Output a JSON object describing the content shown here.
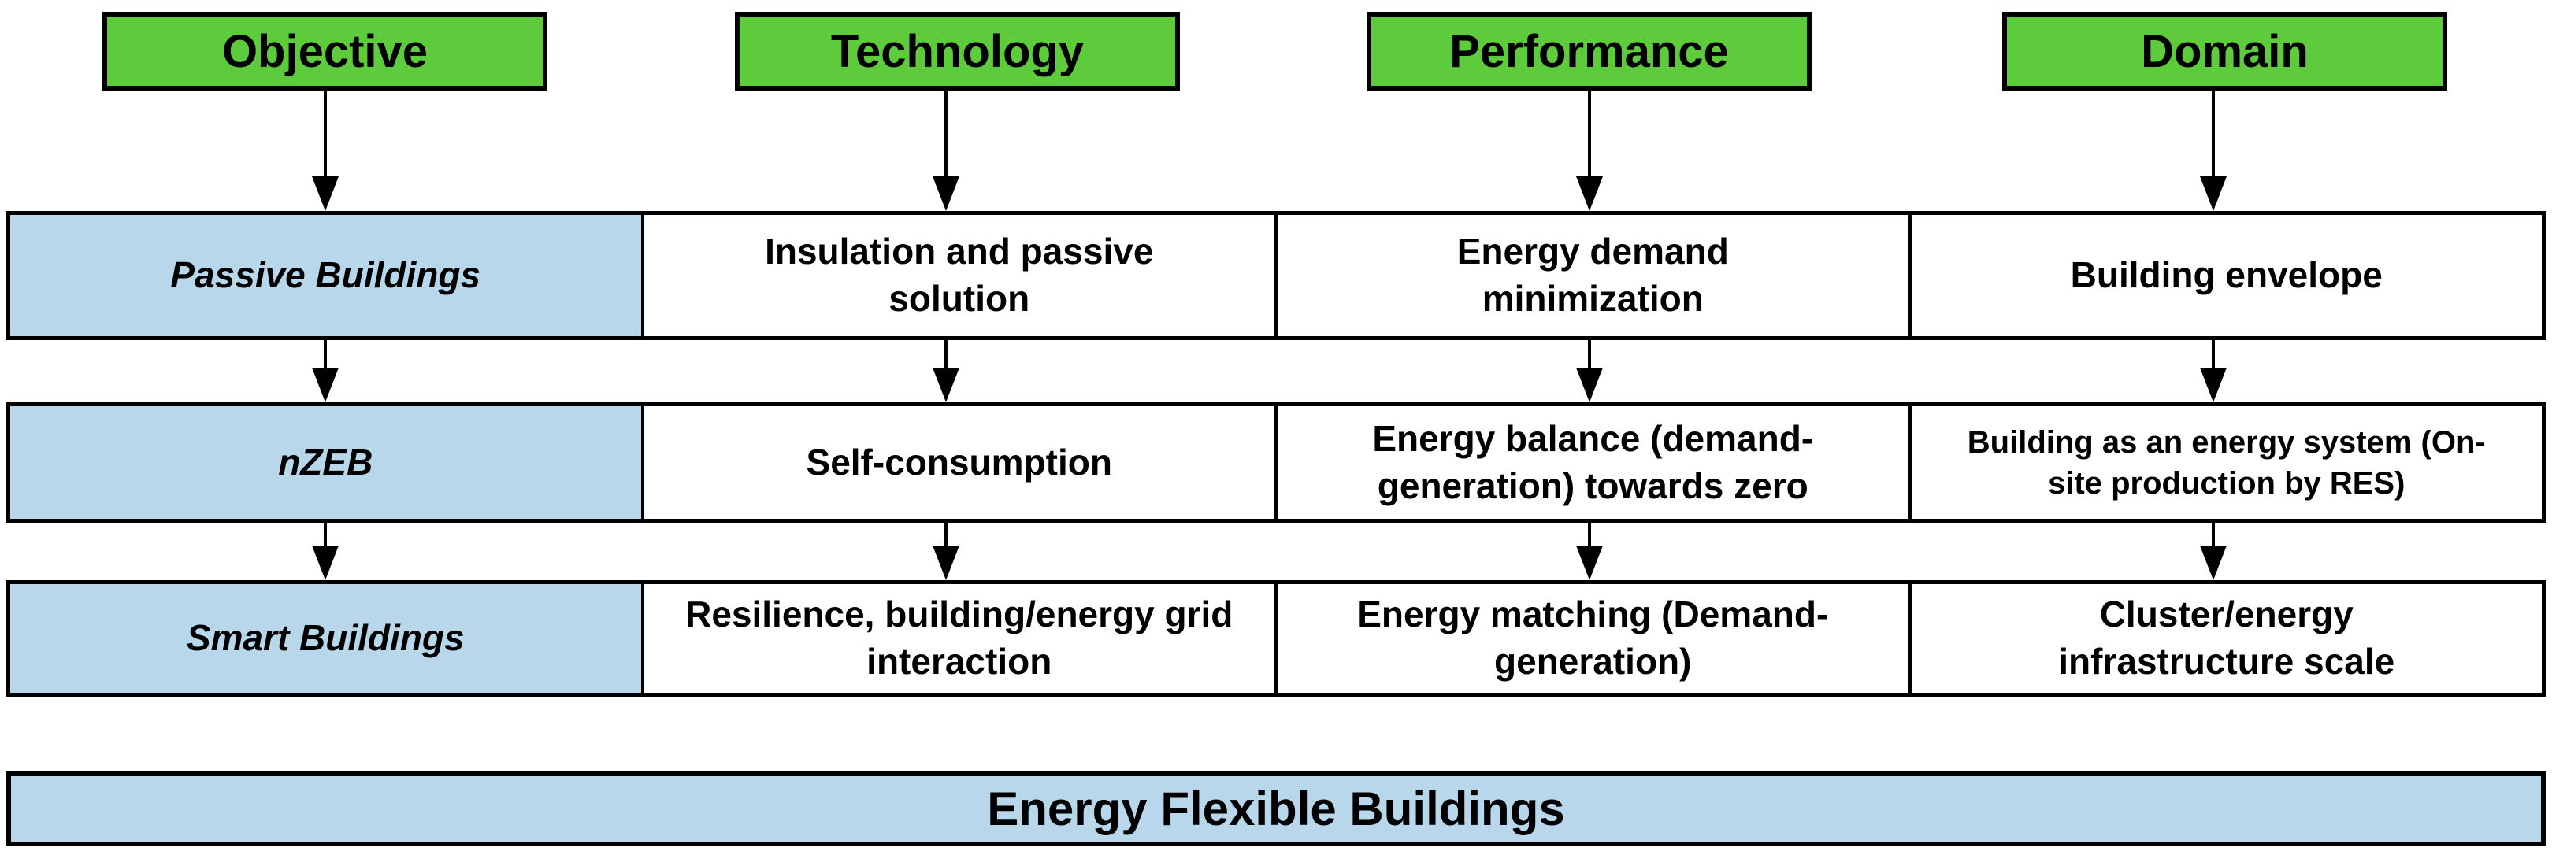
{
  "diagram": {
    "headers": [
      {
        "label": "Objective"
      },
      {
        "label": "Technology"
      },
      {
        "label": "Performance"
      },
      {
        "label": "Domain"
      }
    ],
    "rows": [
      {
        "objective": "Passive Buildings",
        "technology": "Insulation and passive solution",
        "performance": "Energy demand minimization",
        "domain": "Building envelope"
      },
      {
        "objective": "nZEB",
        "technology": "Self-consumption",
        "performance": "Energy balance (demand-generation) towards zero",
        "domain": "Building as an energy system (On-site production by RES)"
      },
      {
        "objective": "Smart Buildings",
        "technology": "Resilience, building/energy grid interaction",
        "performance": "Energy matching (Demand-generation)",
        "domain": "Cluster/energy infrastructure scale"
      }
    ],
    "footer": {
      "label": "Energy Flexible Buildings"
    },
    "colors": {
      "header_green": "#5ECB3C",
      "cell_blue": "#B9D7EA",
      "border_black": "#000000",
      "background": "#FFFFFF"
    }
  }
}
